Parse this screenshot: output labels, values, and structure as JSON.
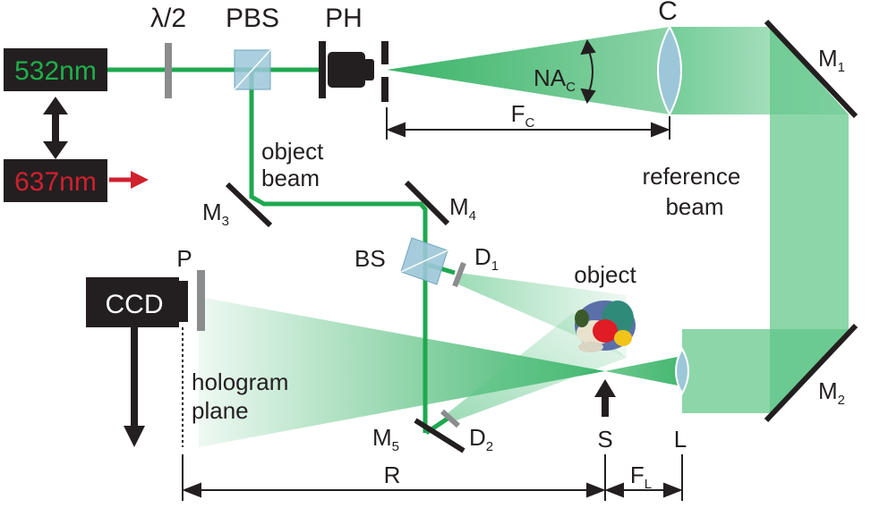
{
  "lasers": {
    "green": {
      "label": "532nm",
      "text_color": "#1fb04a"
    },
    "red": {
      "label": "637nm",
      "text_color": "#d0202e"
    }
  },
  "components": {
    "half_wave_plate": "λ/2",
    "pbs": "PBS",
    "pinhole": "PH",
    "collimator": "C",
    "mirror1": {
      "main": "M",
      "sub": "1"
    },
    "mirror2": {
      "main": "M",
      "sub": "2"
    },
    "mirror3": {
      "main": "M",
      "sub": "3"
    },
    "mirror4": {
      "main": "M",
      "sub": "4"
    },
    "mirror5": {
      "main": "M",
      "sub": "5"
    },
    "beam_splitter": "BS",
    "diffuser1": {
      "main": "D",
      "sub": "1"
    },
    "diffuser2": {
      "main": "D",
      "sub": "2"
    },
    "polarizer": "P",
    "camera": "CCD",
    "source_point": "S",
    "lens": "L"
  },
  "annotations": {
    "numerical_aperture": {
      "main": "NA",
      "sub": "C"
    },
    "collimator_focal": {
      "main": "F",
      "sub": "C"
    },
    "lens_focal": {
      "main": "F",
      "sub": "L"
    },
    "distance": "R",
    "object_beam": [
      "object",
      "beam"
    ],
    "reference_beam": [
      "reference",
      "beam"
    ],
    "object": "object",
    "hologram_plane": [
      "hologram",
      "plane"
    ]
  },
  "colors": {
    "beam_line": "#1fa84f",
    "beam_fill": "#3cb870",
    "optics_gray": "#8a8c8e",
    "optic_blue": "#9cc7d8",
    "dark": "#231f20",
    "arrow_red": "#d0202e"
  }
}
